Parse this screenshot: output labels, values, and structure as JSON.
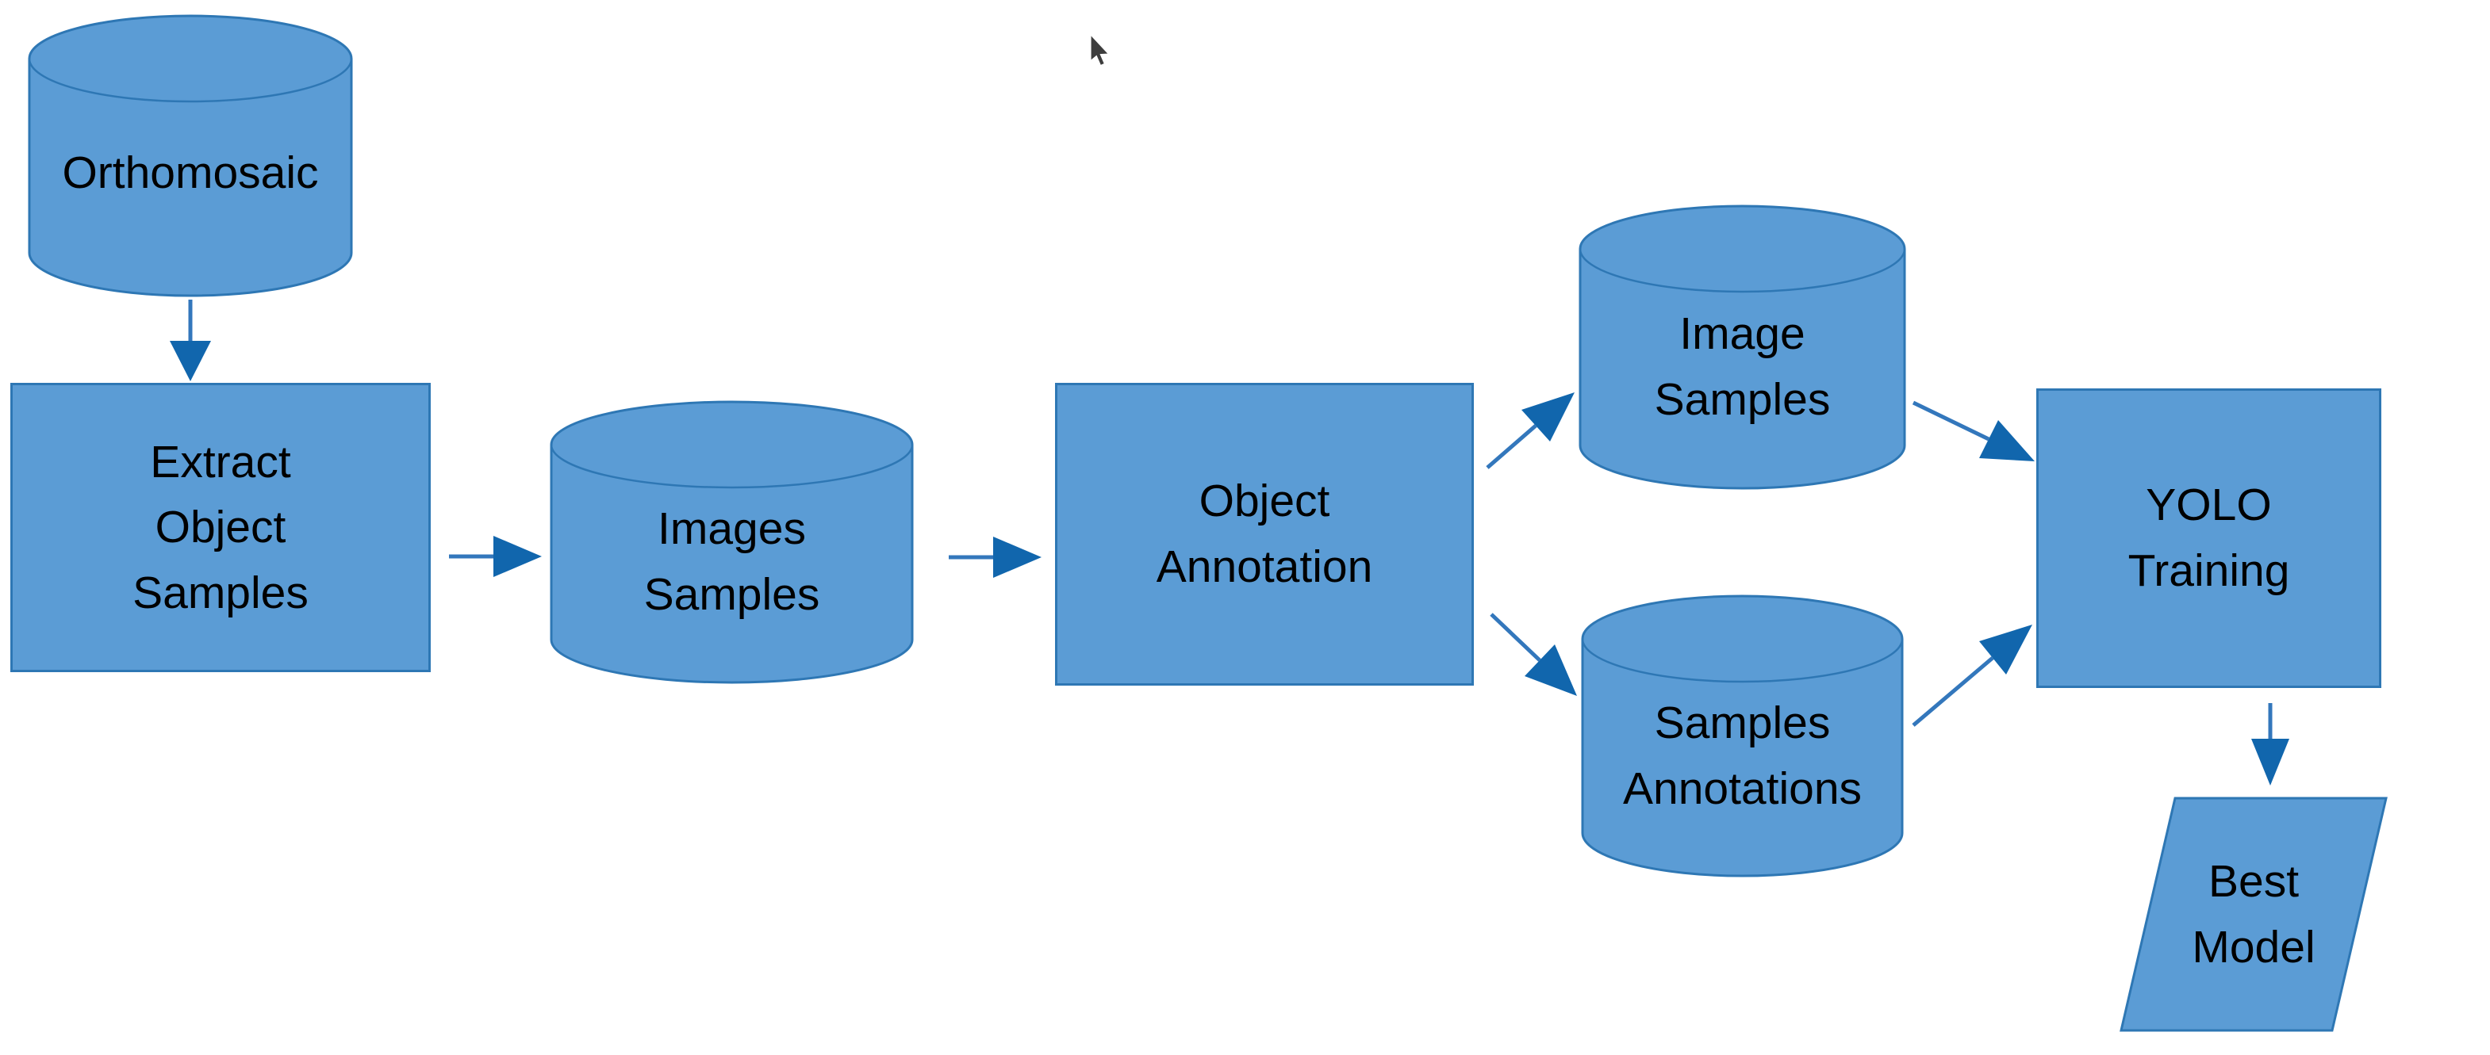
{
  "diagram": {
    "title": "YOLO training workflow flowchart",
    "colors": {
      "background": "#ffffff",
      "shape_fill": "#5b9cd5",
      "shape_stroke": "#2e77b4",
      "arrow_line": "#3377bc",
      "arrow_head": "#1166ad",
      "text": "#000000",
      "cursor": "#3d3d3d"
    },
    "nodes": {
      "orthomosaic": {
        "type": "cylinder",
        "label": "Orthomosaic"
      },
      "extract_object_samples": {
        "type": "process",
        "label": "Extract\nObject\nSamples"
      },
      "images_samples": {
        "type": "cylinder",
        "label": "Images\nSamples"
      },
      "object_annotation": {
        "type": "process",
        "label": "Object\nAnnotation"
      },
      "image_samples": {
        "type": "cylinder",
        "label": "Image\nSamples"
      },
      "samples_annotations": {
        "type": "cylinder",
        "label": "Samples\nAnnotations"
      },
      "yolo_training": {
        "type": "process",
        "label": "YOLO\nTraining"
      },
      "best_model": {
        "type": "data",
        "label": "Best\nModel"
      }
    },
    "connectors": [
      {
        "from": "orthomosaic",
        "to": "extract_object_samples"
      },
      {
        "from": "extract_object_samples",
        "to": "images_samples"
      },
      {
        "from": "images_samples",
        "to": "object_annotation"
      },
      {
        "from": "object_annotation",
        "to": "image_samples"
      },
      {
        "from": "object_annotation",
        "to": "samples_annotations"
      },
      {
        "from": "image_samples",
        "to": "yolo_training"
      },
      {
        "from": "samples_annotations",
        "to": "yolo_training"
      },
      {
        "from": "yolo_training",
        "to": "best_model"
      }
    ]
  }
}
